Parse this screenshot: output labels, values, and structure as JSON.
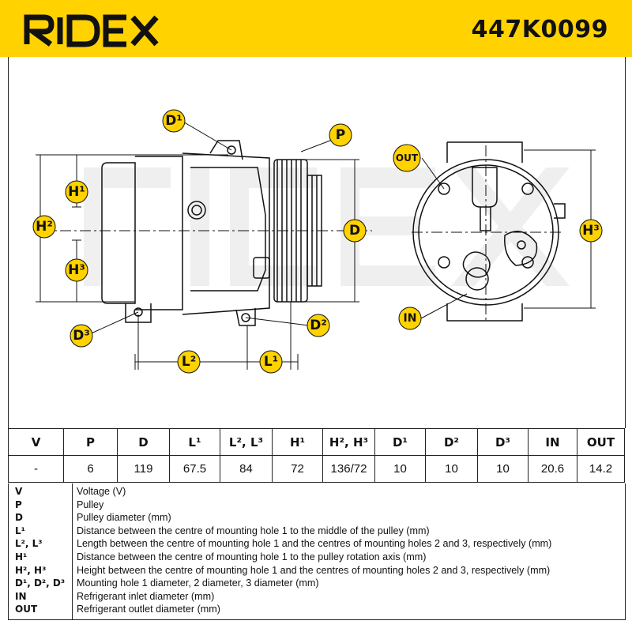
{
  "header": {
    "brand": "RIDEX",
    "part_number": "447K0099",
    "brand_color": "#ffd200"
  },
  "diagram": {
    "badges": {
      "d1": "D¹",
      "p": "P",
      "h1": "H¹",
      "h2": "H²",
      "d": "D",
      "h3_left": "H³",
      "d3": "D³",
      "d2": "D²",
      "l2": "L²",
      "l1": "L¹",
      "out": "OUT",
      "h3_right": "H³",
      "in": "IN"
    },
    "watermark": "RIDEX"
  },
  "spec_table": {
    "headers": [
      "V",
      "P",
      "D",
      "L¹",
      "L², L³",
      "H¹",
      "H², H³",
      "D¹",
      "D²",
      "D³",
      "IN",
      "OUT"
    ],
    "values": [
      "-",
      "6",
      "119",
      "67.5",
      "84",
      "72",
      "136/72",
      "10",
      "10",
      "10",
      "20.6",
      "14.2"
    ]
  },
  "legend": [
    {
      "key": "V",
      "desc": "Voltage (V)"
    },
    {
      "key": "P",
      "desc": "Pulley"
    },
    {
      "key": "D",
      "desc": "Pulley diameter (mm)"
    },
    {
      "key": "L¹",
      "desc": "Distance between the centre of mounting hole 1 to the middle of the pulley (mm)"
    },
    {
      "key": "L², L³",
      "desc": "Length between the centre of mounting hole 1 and the centres of mounting holes 2 and 3, respectively (mm)"
    },
    {
      "key": "H¹",
      "desc": "Distance between the centre of mounting hole 1 to the pulley rotation axis (mm)"
    },
    {
      "key": "H², H³",
      "desc": "Height between the centre of mounting hole 1 and the centres of mounting holes 2 and 3, respectively (mm)"
    },
    {
      "key": "D¹, D², D³",
      "desc": "Mounting hole 1 diameter, 2 diameter, 3 diameter (mm)"
    },
    {
      "key": "IN",
      "desc": "Refrigerant inlet diameter (mm)"
    },
    {
      "key": "OUT",
      "desc": "Refrigerant outlet diameter (mm)"
    }
  ]
}
